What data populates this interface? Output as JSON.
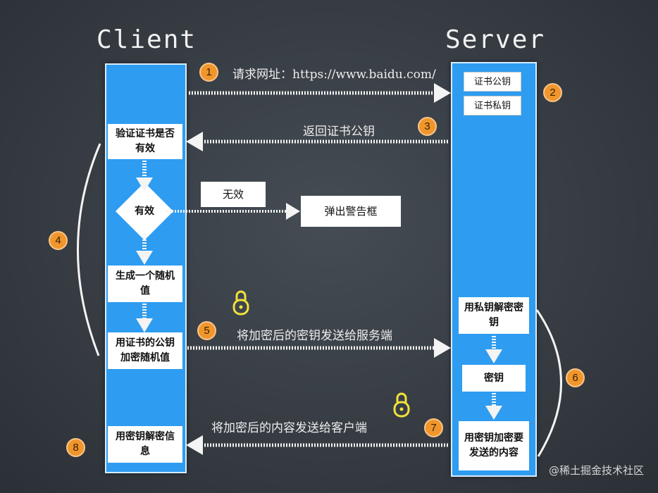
{
  "titles": {
    "client": "Client",
    "server": "Server"
  },
  "server_boxes": {
    "public_key": "证书公钥",
    "private_key": "证书私钥"
  },
  "client_boxes": {
    "verify": "验证证书是否有效",
    "valid": "有效",
    "generate": "生成一个随机值",
    "encrypt": "用证书的公钥加密随机值",
    "decrypt_info": "用密钥解密信息"
  },
  "side_boxes": {
    "invalid": "无效",
    "alert": "弹出警告框"
  },
  "server_steps": {
    "decrypt_key": "用私钥解密密钥",
    "key": "密钥",
    "encrypt_content": "用密钥加密要发送的内容"
  },
  "steps": {
    "s1": {
      "num": "1",
      "text": "请求网址：https://www.baidu.com/"
    },
    "s2": {
      "num": "2"
    },
    "s3": {
      "num": "3",
      "text": "返回证书公钥"
    },
    "s4": {
      "num": "4"
    },
    "s5": {
      "num": "5",
      "text": "将加密后的密钥发送给服务端"
    },
    "s6": {
      "num": "6"
    },
    "s7": {
      "num": "7",
      "text": "将加密后的内容发送给客户端"
    },
    "s8": {
      "num": "8"
    }
  },
  "icons": [
    "lock-icon",
    "lock-icon"
  ],
  "colors": {
    "column": "#2e9cf0",
    "badge": "#f0962d",
    "background": "#3a4047",
    "lock": "#f2e23a"
  },
  "watermark": "@稀土掘金技术社区"
}
